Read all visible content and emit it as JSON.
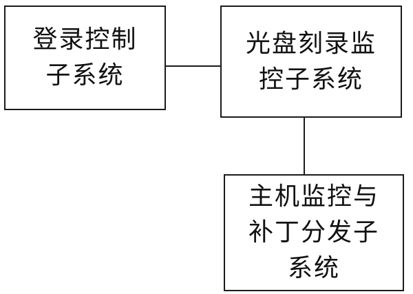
{
  "diagram": {
    "nodes": [
      {
        "id": "login-control",
        "lines": [
          "登录控制",
          "子系统"
        ]
      },
      {
        "id": "disc-burn-monitor",
        "lines": [
          "光盘刻录监",
          "控子系统"
        ]
      },
      {
        "id": "host-monitor-patch",
        "lines": [
          "主机监控与",
          "补丁分发子",
          "系统"
        ]
      }
    ],
    "edges": [
      {
        "from": "login-control",
        "to": "disc-burn-monitor"
      },
      {
        "from": "disc-burn-monitor",
        "to": "host-monitor-patch"
      }
    ]
  }
}
